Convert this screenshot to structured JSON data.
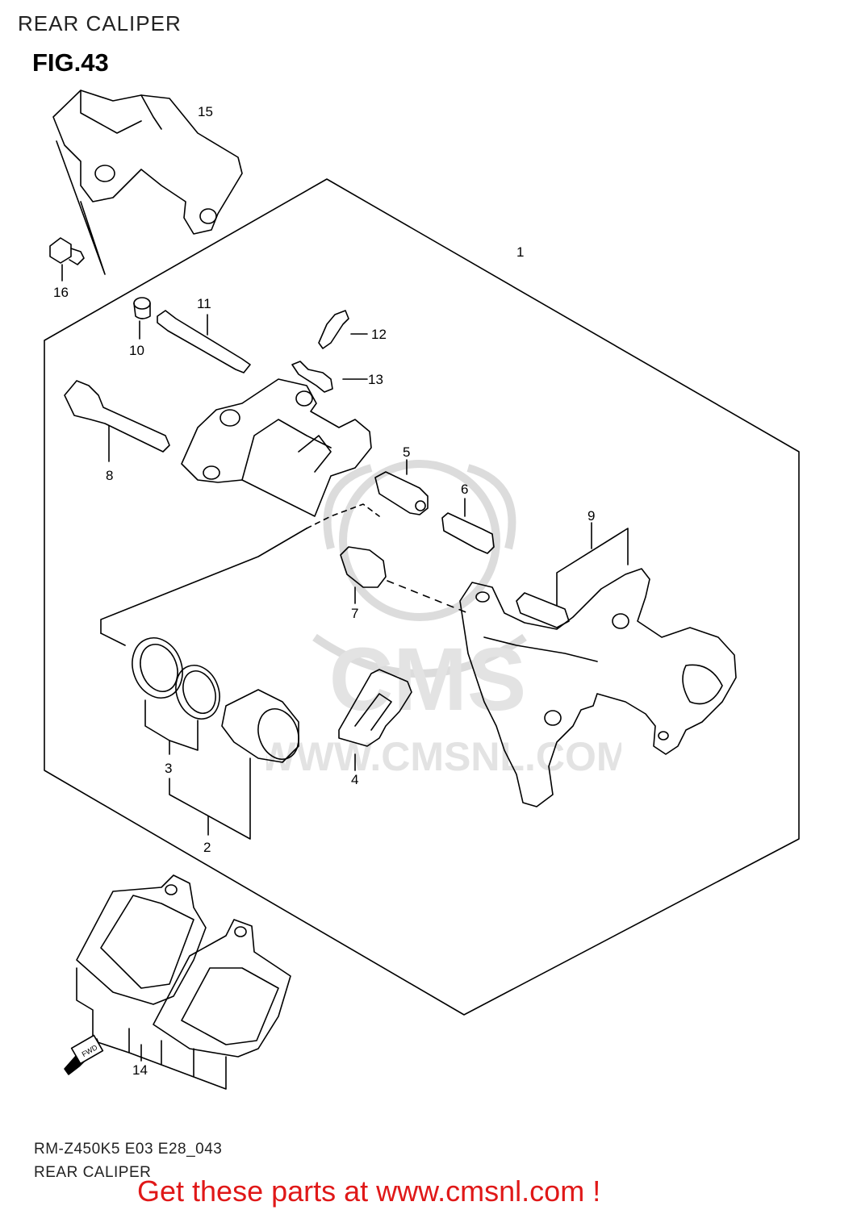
{
  "header": {
    "title": "REAR CALIPER"
  },
  "figure": {
    "label": "FIG.43"
  },
  "callouts": {
    "p1": "1",
    "p2": "2",
    "p3": "3",
    "p4": "4",
    "p5": "5",
    "p6": "6",
    "p7": "7",
    "p8": "8",
    "p9": "9",
    "p10": "10",
    "p11": "11",
    "p12": "12",
    "p13": "13",
    "p14": "14",
    "p15": "15",
    "p16": "16"
  },
  "fwd_marker": "FWD",
  "watermark": {
    "brand": "CMS",
    "url": "WWW.CMSNL.COM"
  },
  "footer": {
    "code": "RM-Z450K5 E03 E28_043",
    "subtitle": "REAR CALIPER",
    "cta": "Get these parts at www.cmsnl.com !"
  },
  "colors": {
    "line": "#000000",
    "cta": "#e01818",
    "watermark": "#d9d9d9"
  }
}
